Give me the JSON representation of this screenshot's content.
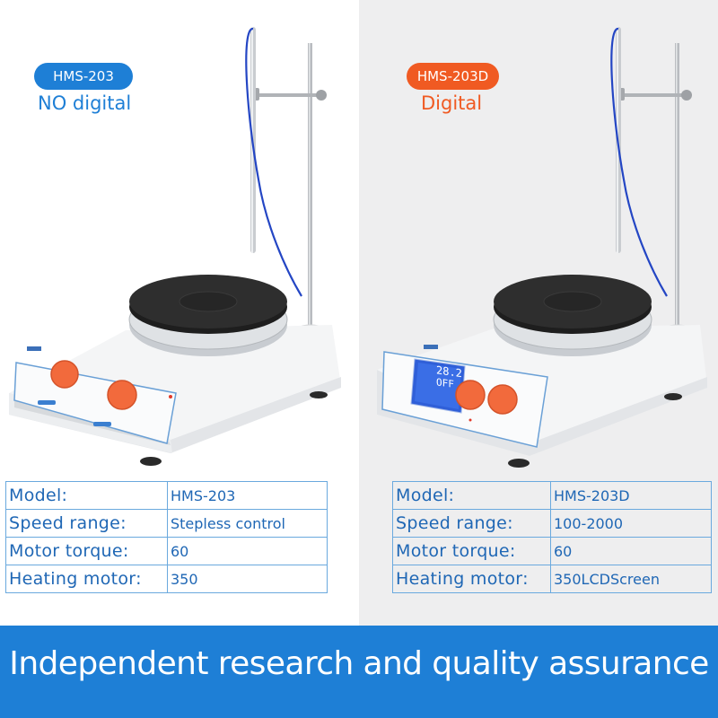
{
  "left": {
    "model_badge": "HMS-203",
    "subtitle": "NO digital",
    "specs": [
      {
        "label": "Model:",
        "value": "HMS-203"
      },
      {
        "label": "Speed range:",
        "value": "Stepless control"
      },
      {
        "label": "Motor torque:",
        "value": "60"
      },
      {
        "label": "Heating motor:",
        "value": "350"
      }
    ]
  },
  "right": {
    "model_badge": "HMS-203D",
    "subtitle": "Digital",
    "display": {
      "line1": "28.2",
      "line2": "OFF"
    },
    "specs": [
      {
        "label": "Model:",
        "value": "HMS-203D"
      },
      {
        "label": "Speed range:",
        "value": "100-2000"
      },
      {
        "label": "Motor torque:",
        "value": "60"
      },
      {
        "label": "Heating motor:",
        "value": "350LCDScreen"
      }
    ]
  },
  "footer": {
    "text": "Independent research and quality assurance"
  },
  "colors": {
    "blue": "#1e7fd6",
    "orange": "#f05a22",
    "knob": "#f26a3c",
    "plate": "#2b2b2b",
    "lcd": "#2f5fd8"
  }
}
